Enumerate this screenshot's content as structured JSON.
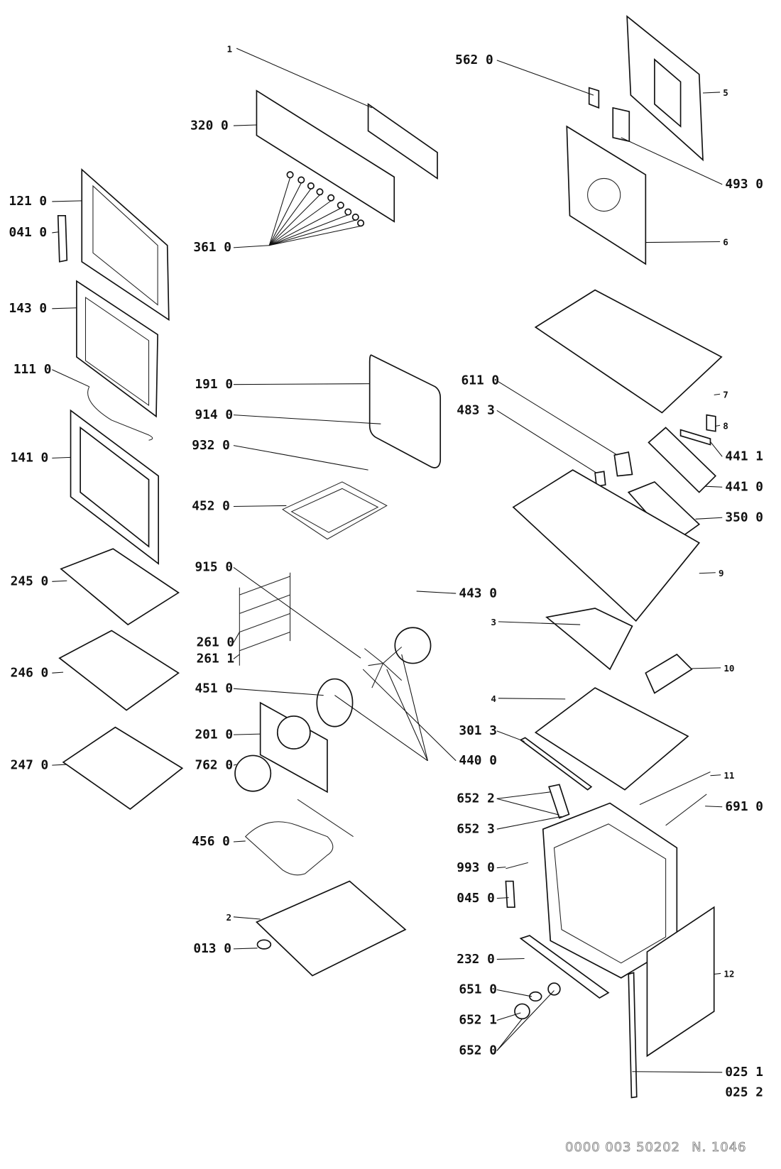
{
  "diagram": {
    "type": "exploded parts diagram",
    "labels": [
      "121 0",
      "041 0",
      "143 0",
      "111 0",
      "141 0",
      "245 0",
      "246 0",
      "247 0",
      "1",
      "320 0",
      "361 0",
      "191 0",
      "914 0",
      "932 0",
      "452 0",
      "915 0",
      "261 0",
      "261 1",
      "451 0",
      "201 0",
      "762 0",
      "456 0",
      "2",
      "013 0",
      "562 0",
      "5",
      "493 0",
      "6",
      "7",
      "611 0",
      "483 3",
      "8",
      "441 1",
      "441 0",
      "350 0",
      "9",
      "443 0",
      "3",
      "10",
      "4",
      "301 3",
      "440 0",
      "11",
      "652 2",
      "691 0",
      "652 3",
      "993 0",
      "045 0",
      "232 0",
      "12",
      "651 0",
      "652 1",
      "652 0",
      "025 1",
      "025 2"
    ],
    "footer": {
      "code": "0000 003 50202",
      "number": "N. 1046"
    }
  }
}
